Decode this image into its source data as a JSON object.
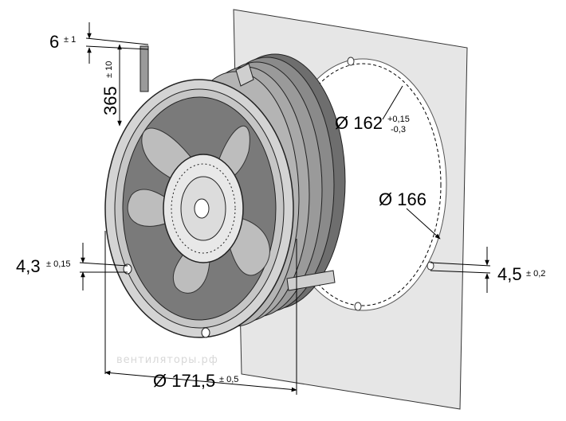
{
  "dimensions": {
    "cable_gap": {
      "value": "6",
      "tolerance": "± 1"
    },
    "cable_length": {
      "value": "365",
      "tolerance": "± 10"
    },
    "hole_diameter_fan": {
      "value": "4,3",
      "tolerance": "± 0,15"
    },
    "cutout_diameter": {
      "value": "Ø 162",
      "tol_upper": "+0,15",
      "tol_lower": "-0,3"
    },
    "bolt_circle_diameter": {
      "value": "Ø 166"
    },
    "hole_diameter_panel": {
      "value": "4,5",
      "tolerance": "± 0,2"
    },
    "fan_outer_diameter": {
      "value": "Ø 171,5",
      "tolerance": "± 0,5"
    }
  },
  "watermark": "вентиляторы.рф",
  "colors": {
    "panel": "#e6e6e6",
    "housing": "#9a9a9a",
    "blade": "#bdbdbd",
    "line": "#000000"
  }
}
